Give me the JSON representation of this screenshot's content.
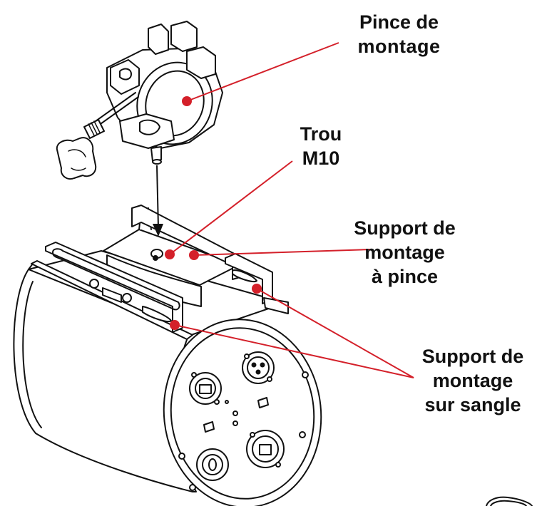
{
  "colors": {
    "line": "#111111",
    "callout": "#d4202a",
    "text": "#111111",
    "background": "#ffffff"
  },
  "labels": {
    "pince": [
      "Pince de",
      "montage"
    ],
    "trou": [
      "Trou",
      "M10"
    ],
    "support_pince": [
      "Support de",
      "montage",
      "à pince"
    ],
    "support_sangle": [
      "Support de",
      "montage",
      "sur sangle"
    ]
  }
}
